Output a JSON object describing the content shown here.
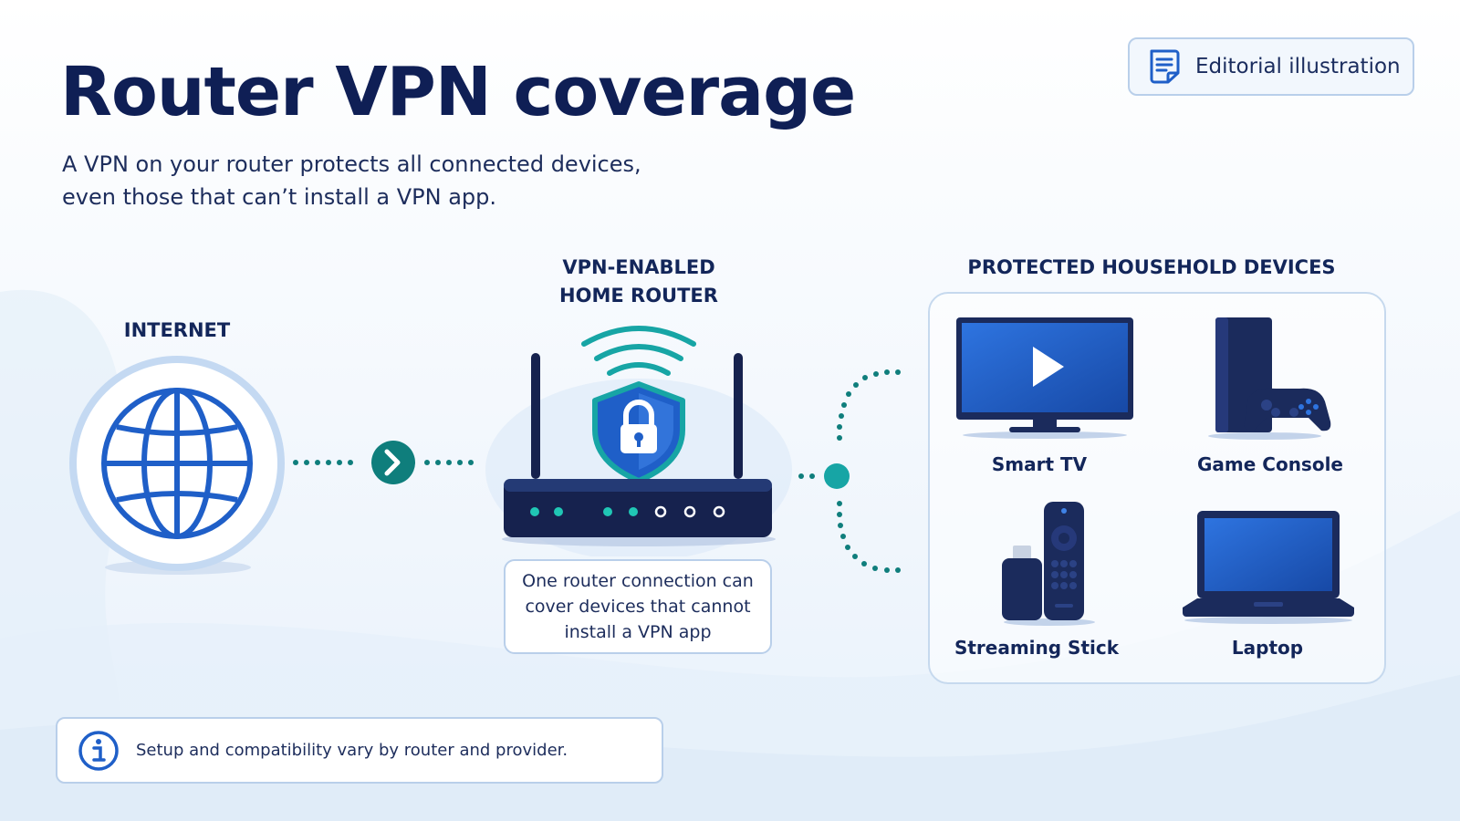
{
  "header": {
    "title": "Router VPN coverage",
    "subtitle_lines": [
      "A VPN on your router protects all connected devices,",
      "even those that can’t install a VPN app."
    ]
  },
  "badge": {
    "label": "Editorial illustration",
    "icon": "document-icon"
  },
  "internet": {
    "label": "INTERNET",
    "icon": "globe-icon"
  },
  "router": {
    "label_lines": [
      "VPN-ENABLED",
      "HOME ROUTER"
    ],
    "caption": "One router connection can cover devices that cannot install a VPN app",
    "icons": [
      "wifi-icon",
      "shield-lock-icon",
      "router-icon"
    ]
  },
  "devices": {
    "label": "PROTECTED HOUSEHOLD DEVICES",
    "items": [
      {
        "label": "Smart TV",
        "icon": "smart-tv-icon"
      },
      {
        "label": "Game Console",
        "icon": "game-console-icon"
      },
      {
        "label": "Streaming Stick",
        "icon": "streaming-stick-icon"
      },
      {
        "label": "Laptop",
        "icon": "laptop-icon"
      }
    ]
  },
  "note": {
    "text": "Setup and compatibility vary by router and provider.",
    "icon": "info-icon"
  },
  "colors": {
    "navy": "#13265a",
    "teal": "#0f7e7c",
    "blue": "#1f5fc8",
    "border": "#b9cfea"
  }
}
